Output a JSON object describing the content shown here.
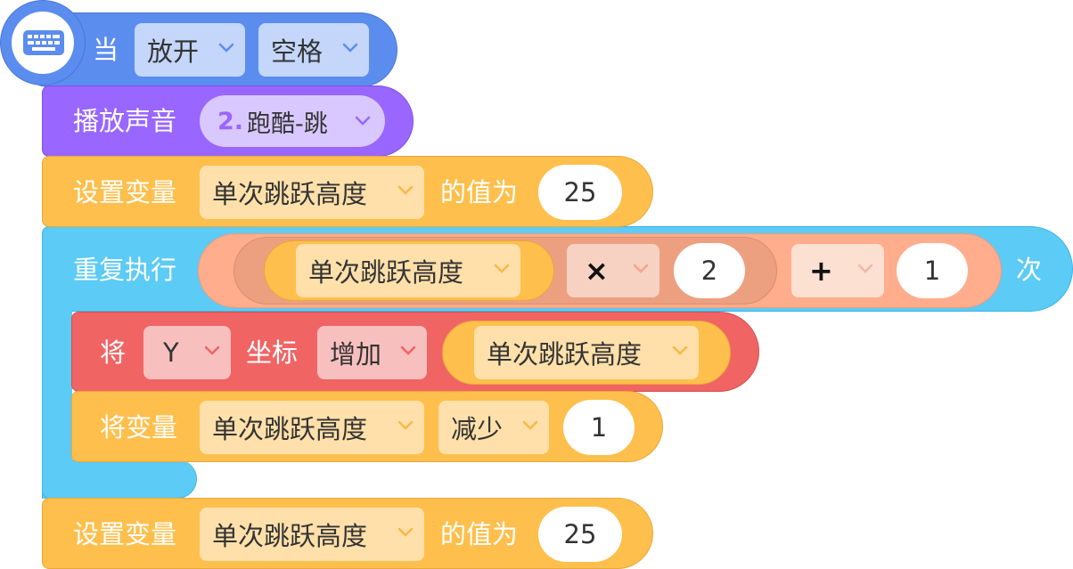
{
  "hat": {
    "icon": "keyboard-icon",
    "when": "当",
    "event": "放开",
    "key": "空格"
  },
  "sound": {
    "label": "播放声音",
    "index": "2.",
    "name": "跑酷-跳"
  },
  "setvar1": {
    "label": "设置变量",
    "variable": "单次跳跃高度",
    "to": "的值为",
    "value": "25"
  },
  "repeat": {
    "label": "重复执行",
    "variable": "单次跳跃高度",
    "mul_op": "×",
    "mul_value": "2",
    "add_op": "+",
    "add_value": "1",
    "times": "次"
  },
  "move": {
    "label": "将",
    "axis": "Y",
    "coord": "坐标",
    "action": "增加",
    "variable": "单次跳跃高度"
  },
  "change": {
    "label": "将变量",
    "variable": "单次跳跃高度",
    "action": "减少",
    "value": "1"
  },
  "setvar2": {
    "label": "设置变量",
    "variable": "单次跳跃高度",
    "to": "的值为",
    "value": "25"
  },
  "colors": {
    "event_blue": "#5B8DEF",
    "sound_purple": "#9966FF",
    "variable_orange": "#FFBF4C",
    "control_cyan": "#5CCBF5",
    "operator_salmon": "#FFAD8C",
    "motion_red": "#F06464"
  }
}
